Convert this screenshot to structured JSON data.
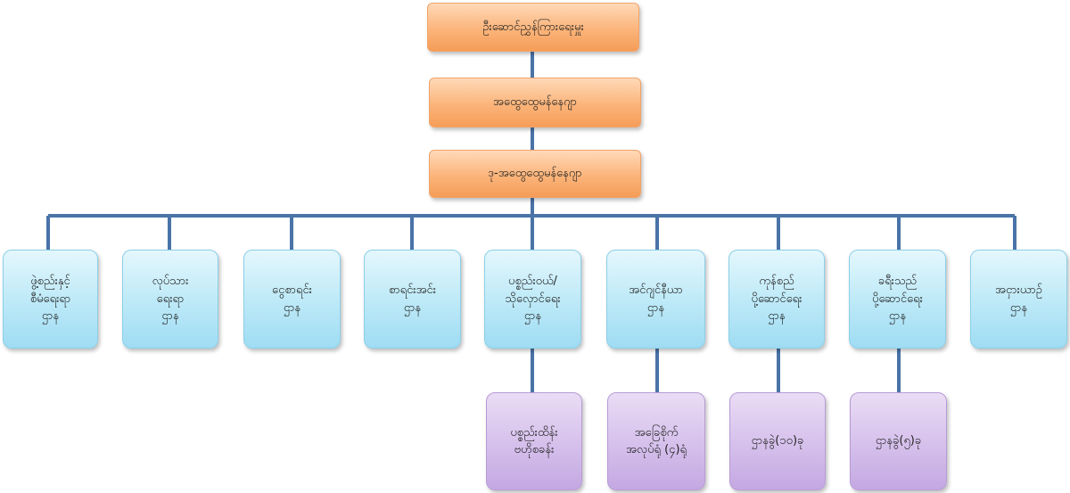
{
  "colors": {
    "connector": "#4a73a8",
    "top_fill": "#fbb47a",
    "department_fill": "#bfeaf8",
    "sub_unit_fill": "#d7c2ec"
  },
  "chain": [
    "ဦးဆောင်ညွှန်ကြားရေးမှူး",
    "အထွေထွေမန်နေဂျာ",
    "ဒု-အထွေထွေမန်နေဂျာ"
  ],
  "departments": [
    "ဖွဲ့စည်းနှင့်\nစီမံရေးရာ\nဌာန",
    "လုပ်သား\nရေးရာ\nဌာန",
    "ငွေစာရင်း\nဌာန",
    "စာရင်းအင်း\nဌာန",
    "ပစ္စည်းဝယ်/\nသိုလှောင်ရေး\nဌာန",
    "အင်ဂျင်နီယာ\nဌာန",
    "ကုန်စည်\nပို့ဆောင်ရေး\nဌာန",
    "ခရီးသည်\nပို့ဆောင်ရေး\nဌာန",
    "အငှားယာဉ်\nဌာန"
  ],
  "sub_units": [
    "ပစ္စည်းထိန်း\nဗဟိုစခန်း",
    "အခြေစိုက်\nအလုပ်ရုံ (၄)ရုံ",
    "ဌာနခွဲ(၁၀)ခု",
    "ဌာနခွဲ(၅)ခု"
  ]
}
